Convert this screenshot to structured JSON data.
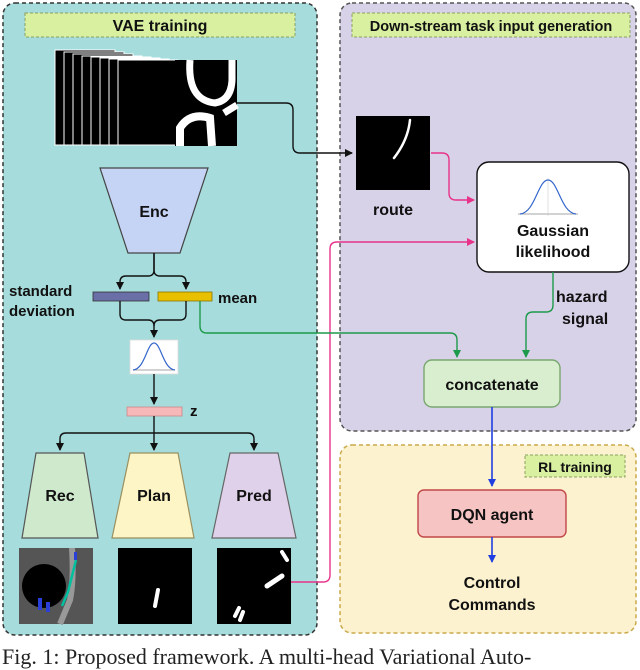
{
  "panels": {
    "vae_training": "VAE training",
    "downstream": "Down-stream task input generation",
    "rl_training": "RL training"
  },
  "nodes": {
    "enc": "Enc",
    "std_line1": "standard",
    "std_line2": "deviation",
    "mean": "mean",
    "z": "z",
    "rec": "Rec",
    "plan": "Plan",
    "pred": "Pred",
    "route": "route",
    "gaussian_line1": "Gaussian",
    "gaussian_line2": "likelihood",
    "hazard_line1": "hazard",
    "hazard_line2": "signal",
    "concatenate": "concatenate",
    "dqn": "DQN agent",
    "control_line1": "Control",
    "control_line2": "Commands"
  },
  "caption": "Fig. 1: Proposed framework. A multi-head Variational Auto-",
  "colors": {
    "vae_bg": "#a6dcdc",
    "downstream_bg": "#d8d2e8",
    "rl_bg": "#fdf2cf",
    "title_tag": "#d8f0a0",
    "enc": "#c5d3f5",
    "std_bar": "#6b6fa8",
    "mean_bar": "#e8c000",
    "z_bar": "#f6b8b8",
    "rec": "#cfe9cd",
    "plan": "#fdf5c6",
    "pred": "#e0d1ea",
    "concat": "#d9edcf",
    "dqn": "#f6c5c3",
    "arrow_green": "#1d9a4a",
    "arrow_pink": "#e8338a",
    "arrow_blue": "#1f3fe0"
  }
}
